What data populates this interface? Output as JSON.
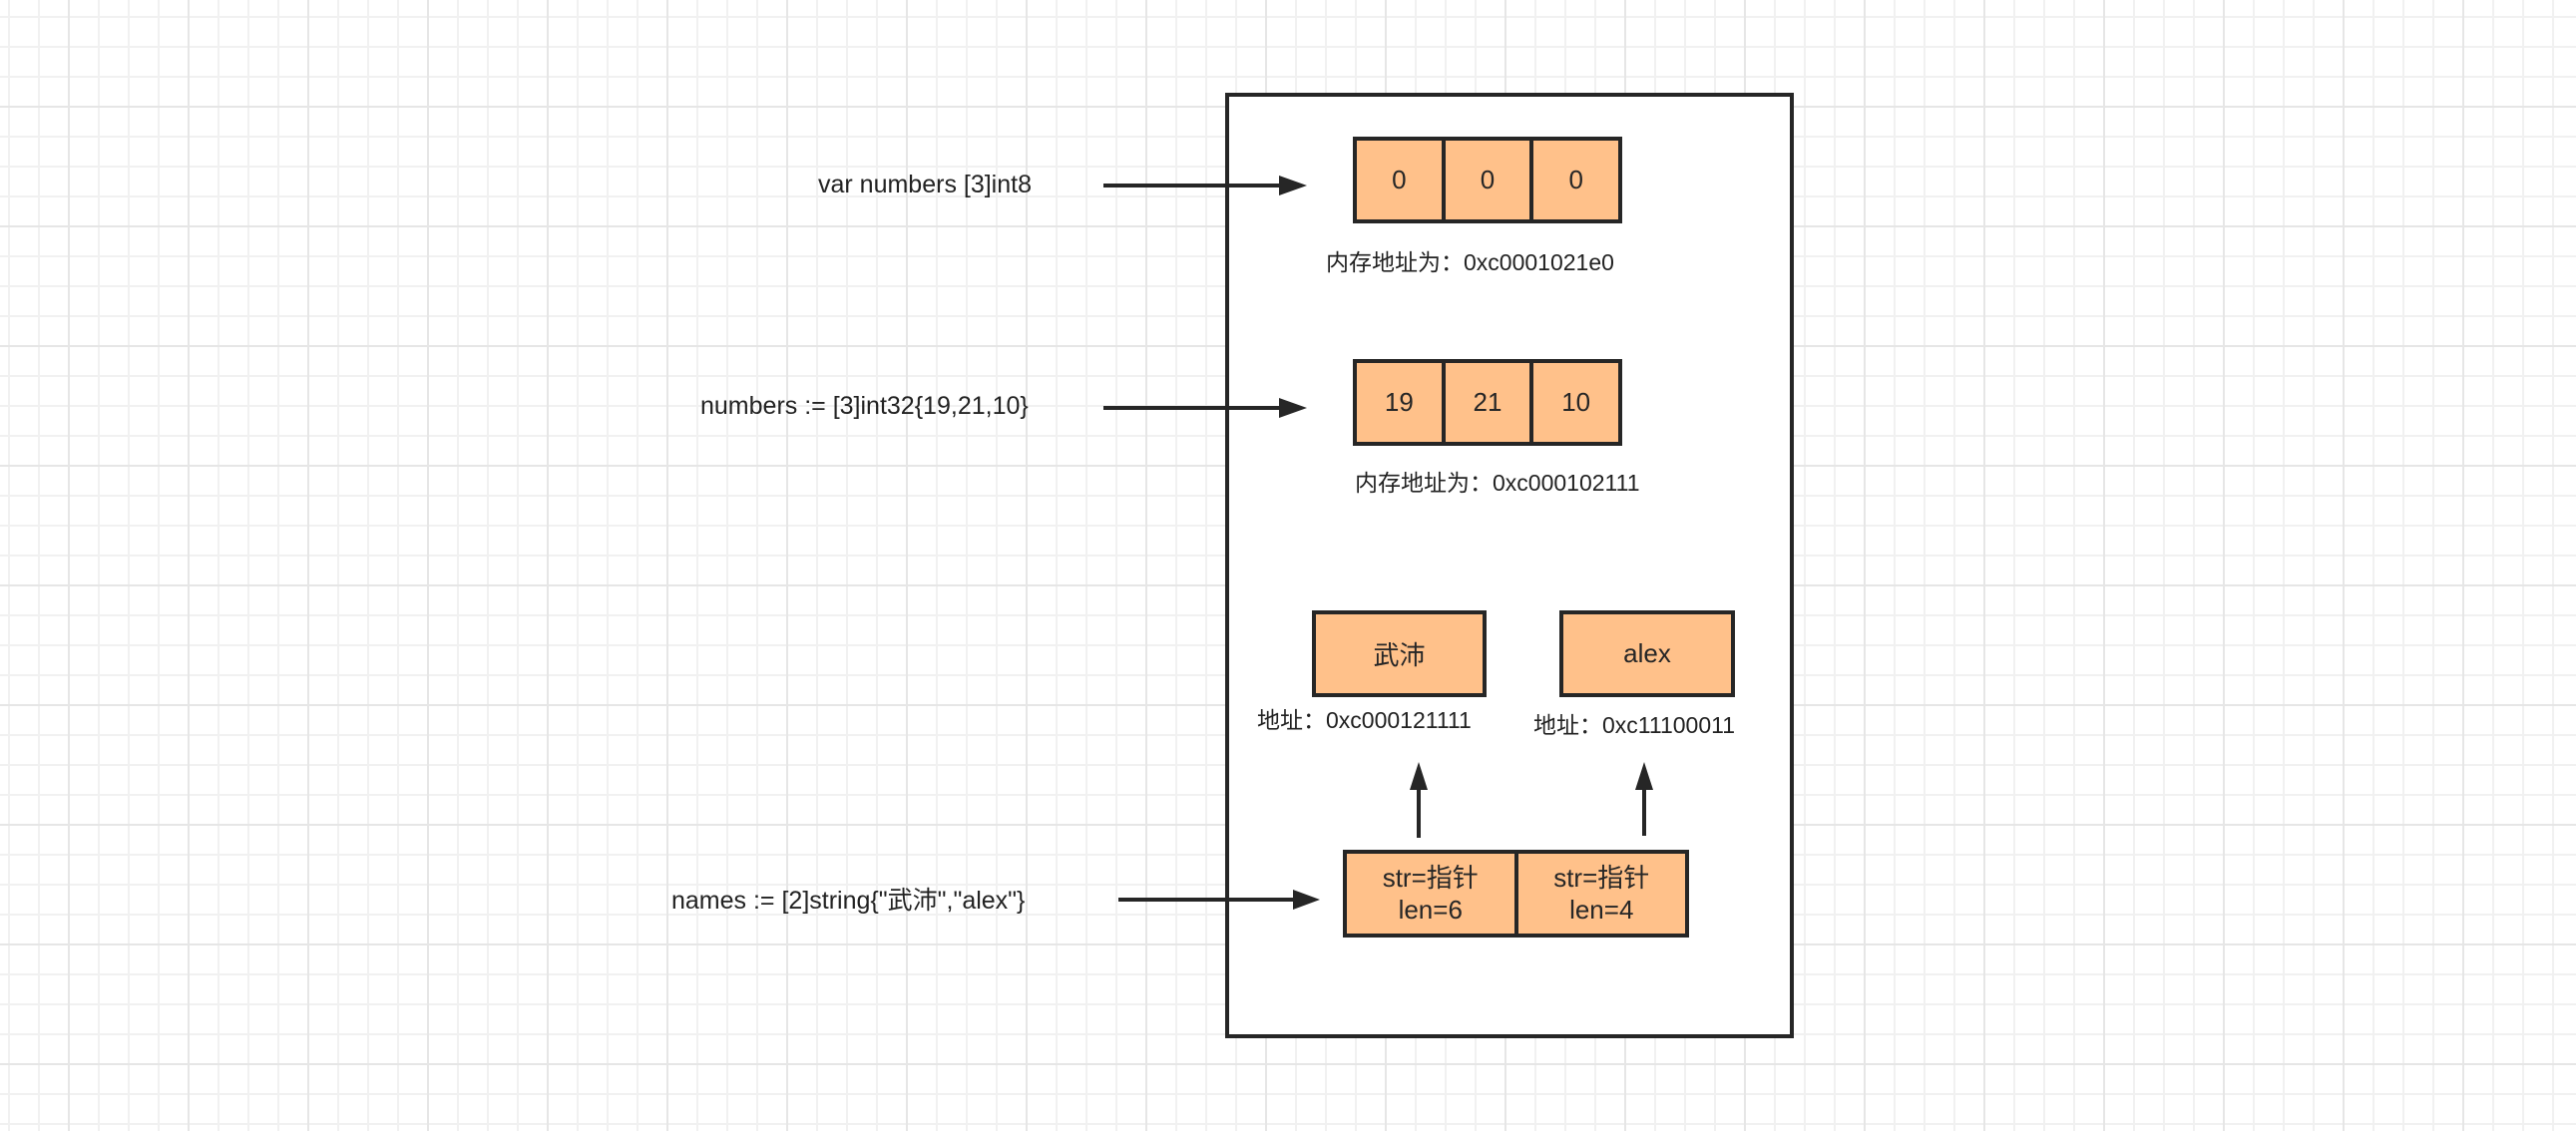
{
  "diagram": {
    "rows": [
      {
        "declaration": "var numbers [3]int8",
        "cells": [
          "0",
          "0",
          "0"
        ],
        "address_label": "内存地址为：0xc0001021e0"
      },
      {
        "declaration": "numbers := [3]int32{19,21,10}",
        "cells": [
          "19",
          "21",
          "10"
        ],
        "address_label": "内存地址为：0xc000102111"
      },
      {
        "declaration": "names := [2]string{\"武沛\",\"alex\"}",
        "cells": [
          {
            "line1": "str=指针",
            "line2": "len=6"
          },
          {
            "line1": "str=指针",
            "line2": "len=4"
          }
        ]
      }
    ],
    "string_targets": [
      {
        "value": "武沛",
        "address_label": "地址：0xc000121111"
      },
      {
        "value": "alex",
        "address_label": "地址：0xc11100011"
      }
    ],
    "colors": {
      "cell_fill": "#ffc18a",
      "stroke": "#262626"
    }
  }
}
